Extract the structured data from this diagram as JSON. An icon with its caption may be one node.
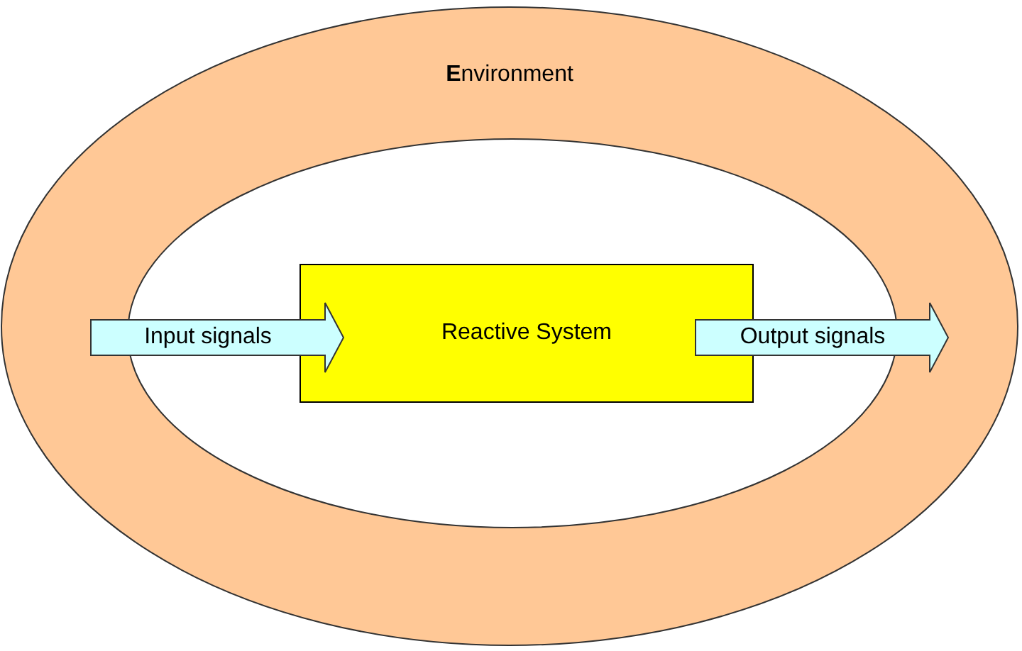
{
  "diagram": {
    "nodes": [
      {
        "text": [
          "**E**nvironment"
        ]
      },
      {
        "text": [
          "Reactive System"
        ],
        "in": 0
      }
    ],
    "edges": [
      {
        "from": null,
        "to": 1,
        "arrow": "to",
        "label": "Input signals"
      },
      {
        "from": 1,
        "to": null,
        "arrow": "to",
        "label": "Output signals"
      }
    ]
  }
}
